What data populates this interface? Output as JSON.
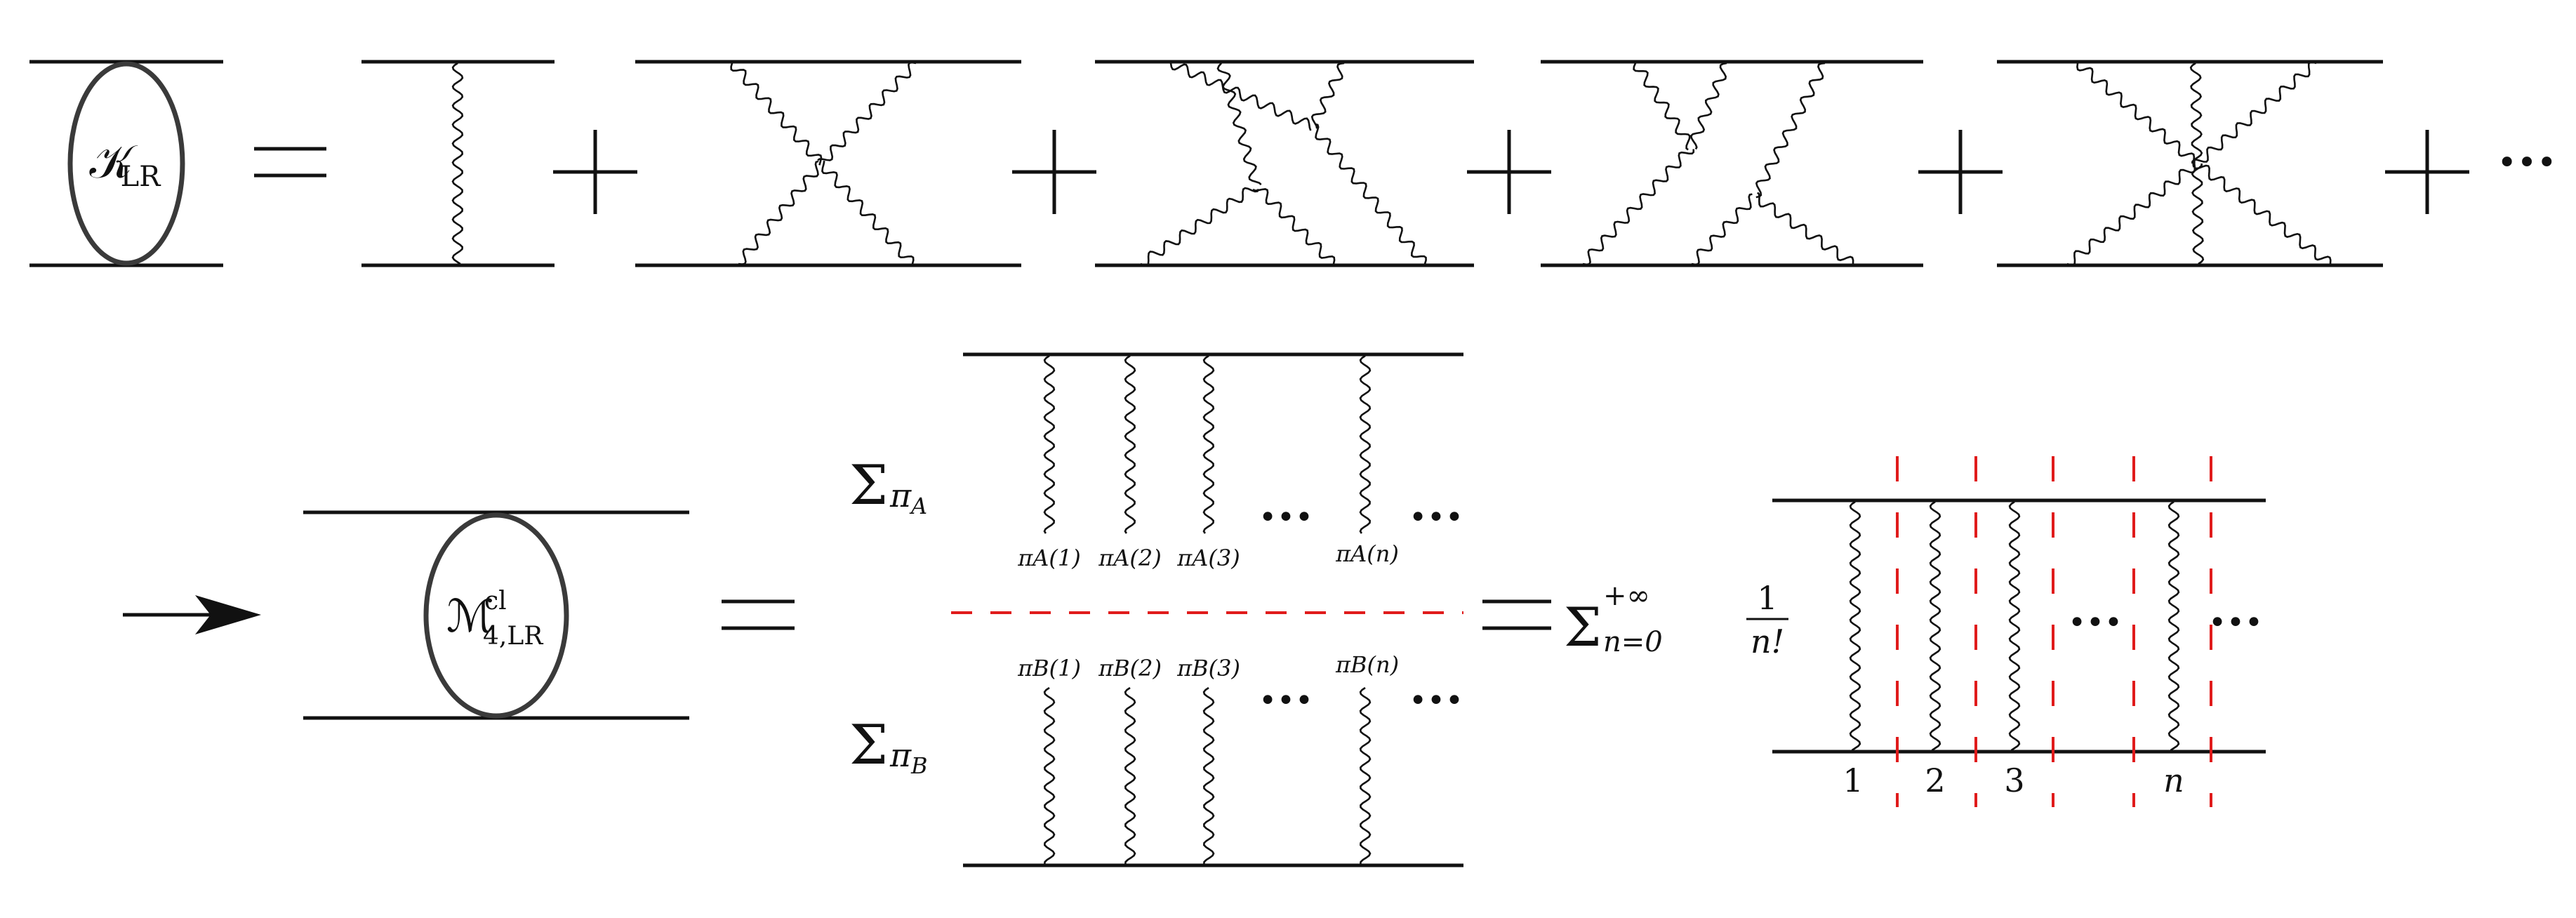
{
  "top_equation": {
    "kernel_symbol": "𝒦",
    "kernel_subscript": "LR",
    "equals": "=",
    "plus": "+",
    "trailing_dots": "•••"
  },
  "bottom_equation": {
    "amplitude_symbol": "ℳ",
    "amplitude_superscript": "cl",
    "amplitude_subscript": "4,LR",
    "equals": "=",
    "sum_symbol": "Σ",
    "sum_pi_A_subscript": "π",
    "sum_pi_A_index": "A",
    "sum_pi_B_subscript": "π",
    "sum_pi_B_index": "B",
    "dots": "•••",
    "labels_A": [
      "πA(1)",
      "πA(2)",
      "πA(3)",
      "πA(n)"
    ],
    "labels_B": [
      "πB(1)",
      "πB(2)",
      "πB(3)",
      "πB(n)"
    ],
    "series_sum": "Σ",
    "series_upper": "+∞",
    "series_lower": "n=0",
    "series_numerator": "1",
    "series_denominator": "n!",
    "ladder_labels": [
      "1",
      "2",
      "3",
      "n"
    ]
  },
  "colors": {
    "line": "#111111",
    "cut": "#e01b1b",
    "blob": "#3a3a3a"
  }
}
